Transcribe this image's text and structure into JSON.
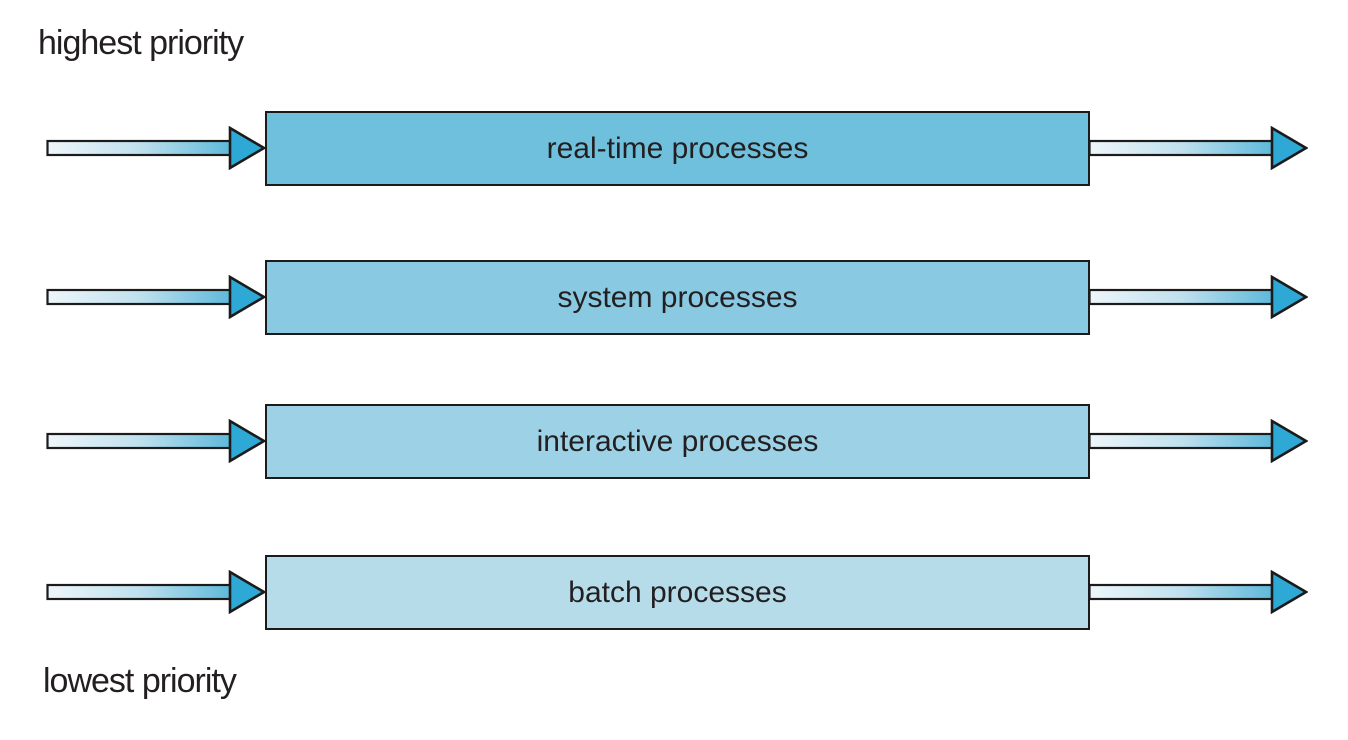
{
  "labels": {
    "highest": "highest priority",
    "lowest": "lowest priority"
  },
  "queues": [
    {
      "label": "real-time processes",
      "fill": "#6fc0dd"
    },
    {
      "label": "system processes",
      "fill": "#89c9e2"
    },
    {
      "label": "interactive processes",
      "fill": "#9cd1e6"
    },
    {
      "label": "batch processes",
      "fill": "#b6dcea"
    }
  ],
  "arrow": {
    "gradient_start": "#eef6fa",
    "gradient_mid": "#bfe0ee",
    "gradient_end": "#5cb8da",
    "head_fill": "#2ea8d4",
    "stroke": "#1b1b1b"
  },
  "box": {
    "border_color": "#1b1b1b",
    "text_color": "#231f20"
  }
}
